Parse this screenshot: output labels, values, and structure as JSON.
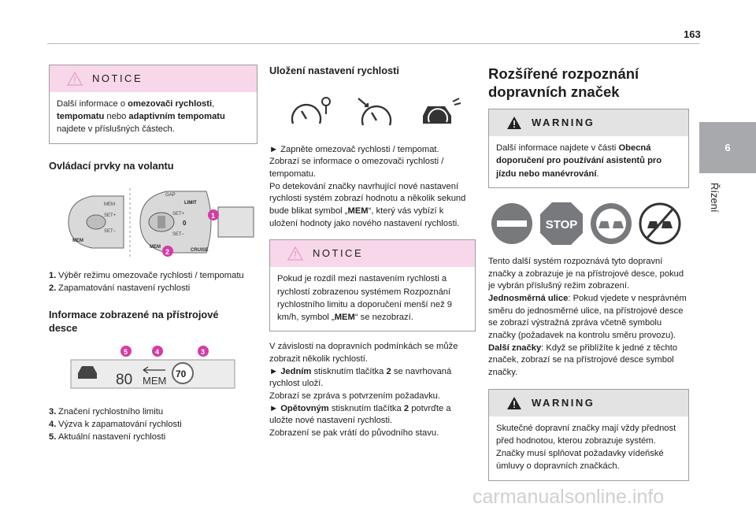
{
  "page": {
    "number": "163"
  },
  "sidebar": {
    "tab_number": "6",
    "title": "Řízení"
  },
  "col1": {
    "notice": {
      "title": "NOTICE",
      "segments": [
        {
          "t": "Další informace o ",
          "b": false
        },
        {
          "t": "omezovači rychlosti",
          "b": true
        },
        {
          "t": ", ",
          "b": false
        },
        {
          "t": "tempomatu",
          "b": true
        },
        {
          "t": " nebo ",
          "b": false
        },
        {
          "t": "adaptivním tempomatu",
          "b": true
        },
        {
          "t": " najdete v příslušných částech.",
          "b": false
        }
      ]
    },
    "section1_title": "Ovládací prvky na volantu",
    "stalk_labels": {
      "mem": "MEM",
      "set_plus": "SET+",
      "set_minus": "SET−",
      "limit": "LIMIT",
      "zero": "0",
      "cruise": "CRUISE",
      "gap": "GAP",
      "callout1": "1",
      "callout2": "2"
    },
    "list1": [
      {
        "n": "1.",
        "t": "Výběr režimu omezovače rychlosti / tempomatu"
      },
      {
        "n": "2.",
        "t": "Zapamatování nastavení rychlosti"
      }
    ],
    "section2_title": "Informace zobrazené na přístrojové desce",
    "display": {
      "speed": "80",
      "mem": "MEM",
      "sign": "70",
      "c5": "5",
      "c4": "4",
      "c3": "3"
    },
    "list2": [
      {
        "n": "3.",
        "t": "Značení rychlostního limitu"
      },
      {
        "n": "4.",
        "t": "Výzva k zapamatování rychlosti"
      },
      {
        "n": "5.",
        "t": "Aktuální nastavení rychlosti"
      }
    ]
  },
  "col2": {
    "title": "Uložení nastavení rychlosti",
    "p1_segments": [
      {
        "t": "► Zapněte omezovač rychlosti / tempomat.",
        "b": false
      },
      {
        "t": "\nZobrazí se informace o omezovači rychlosti / tempomatu.",
        "b": false
      },
      {
        "t": "\nPo detekování značky navrhující nové nastavení rychlosti systém zobrazí hodnotu a několik sekund bude blikat symbol „",
        "b": false
      },
      {
        "t": "MEM",
        "b": true
      },
      {
        "t": "“, který vás vybízí k uložení hodnoty jako nového nastavení rychlosti.",
        "b": false
      }
    ],
    "notice": {
      "title": "NOTICE",
      "segments": [
        {
          "t": "Pokud je rozdíl mezi nastavením rychlosti a rychlostí zobrazenou systémem Rozpoznání rychlostního limitu a doporučení menší než 9 km/h, symbol „",
          "b": false
        },
        {
          "t": "MEM",
          "b": true
        },
        {
          "t": "“ se nezobrazí.",
          "b": false
        }
      ]
    },
    "p2_segments": [
      {
        "t": "V závislosti na dopravních podmínkách se může zobrazit několik rychlostí.",
        "b": false
      },
      {
        "t": "\n► ",
        "b": false
      },
      {
        "t": "Jedním",
        "b": true
      },
      {
        "t": " stisknutím tlačítka ",
        "b": false
      },
      {
        "t": "2",
        "b": true
      },
      {
        "t": " se navrhovaná rychlost uloží.",
        "b": false
      },
      {
        "t": "\nZobrazí se zpráva s potvrzením požadavku.",
        "b": false
      },
      {
        "t": "\n► ",
        "b": false
      },
      {
        "t": "Opětovným",
        "b": true
      },
      {
        "t": " stisknutím tlačítka ",
        "b": false
      },
      {
        "t": "2",
        "b": true
      },
      {
        "t": " potvrďte a uložte nové nastavení rychlosti.",
        "b": false
      },
      {
        "t": "\nZobrazení se pak vrátí do původního stavu.",
        "b": false
      }
    ]
  },
  "col3": {
    "title": "Rozšířené rozpoznání dopravních značek",
    "warning1": {
      "title": "WARNING",
      "segments": [
        {
          "t": "Další informace najdete v části ",
          "b": false
        },
        {
          "t": "Obecná doporučení pro používání asistentů pro jízdu nebo manévrování",
          "b": true
        },
        {
          "t": ".",
          "b": false
        }
      ]
    },
    "stop_sign": "STOP",
    "p1_segments": [
      {
        "t": "Tento další systém rozpoznává tyto dopravní značky a zobrazuje je na přístrojové desce, pokud je vybrán příslušný režim zobrazení.",
        "b": false
      },
      {
        "t": "\n",
        "b": false
      },
      {
        "t": "Jednosměrná ulice",
        "b": true
      },
      {
        "t": ": Pokud vjedete v nesprávném směru do jednosměrné ulice, na přístrojové desce se zobrazí výstražná zpráva včetně symbolu značky (požadavek na kontrolu směru provozu).",
        "b": false
      },
      {
        "t": "\n",
        "b": false
      },
      {
        "t": "Další značky",
        "b": true
      },
      {
        "t": ": Když se přiblížíte k jedné z těchto značek, zobrazí se na přístrojové desce symbol značky.",
        "b": false
      }
    ],
    "warning2": {
      "title": "WARNING",
      "text": "Skutečné dopravní značky mají vždy přednost před hodnotou, kterou zobrazuje systém. Značky musí splňovat požadavky vídeňské úmluvy o dopravních značkách."
    }
  },
  "watermark": "carmanualsonline.info",
  "colors": {
    "notice_bg": "#f8d7ea",
    "warning_bg": "#e3e3e3",
    "callout": "#d33ca5",
    "sign_grey": "#77797c"
  }
}
